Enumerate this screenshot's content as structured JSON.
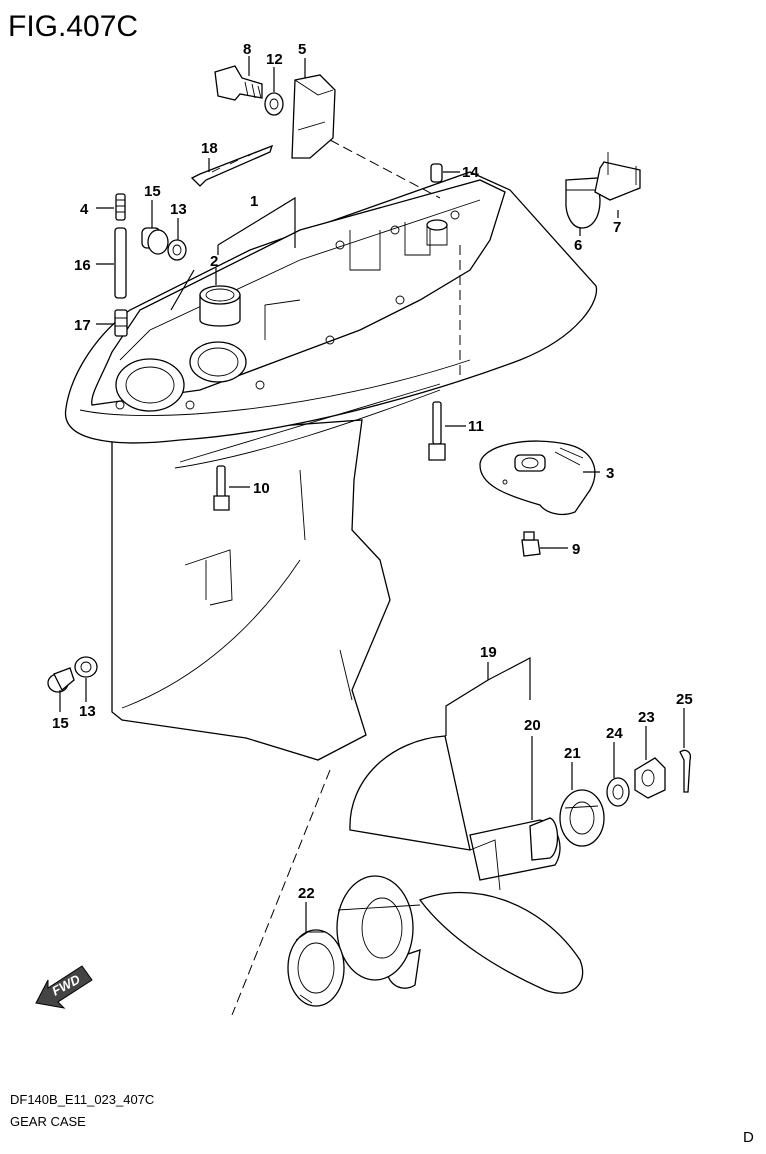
{
  "figure": {
    "title": "FIG.407C",
    "code": "DF140B_E11_023_407C",
    "name": "GEAR CASE",
    "page_letter": "D",
    "fwd_label": "FWD"
  },
  "callouts": {
    "c1": "1",
    "c2": "2",
    "c3": "3",
    "c4": "4",
    "c5": "5",
    "c6": "6",
    "c7": "7",
    "c8": "8",
    "c9": "9",
    "c10": "10",
    "c11": "11",
    "c12": "12",
    "c13a": "13",
    "c13b": "13",
    "c14": "14",
    "c15a": "15",
    "c15b": "15",
    "c16": "16",
    "c17": "17",
    "c18": "18",
    "c19": "19",
    "c20": "20",
    "c21": "21",
    "c22": "22",
    "c23": "23",
    "c24": "24",
    "c25": "25"
  }
}
